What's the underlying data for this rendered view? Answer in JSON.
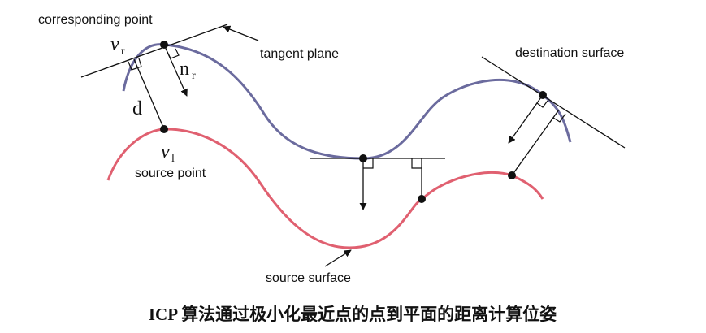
{
  "labels": {
    "corresponding_point": "corresponding point",
    "tangent_plane": "tangent plane",
    "destination_surface": "destination surface",
    "source_point": "source point",
    "source_surface": "source surface"
  },
  "math": {
    "v_r": "v",
    "v_r_sub": "r",
    "n_r": "n",
    "n_r_sub": "r",
    "d": "d",
    "v_l": "v",
    "v_l_sub": "l"
  },
  "caption": "ICP 算法通过极小化最近点的点到平面的距离计算位姿",
  "colors": {
    "destination_curve": "#6b6b9e",
    "source_curve": "#e06070",
    "lines": "#111111"
  }
}
